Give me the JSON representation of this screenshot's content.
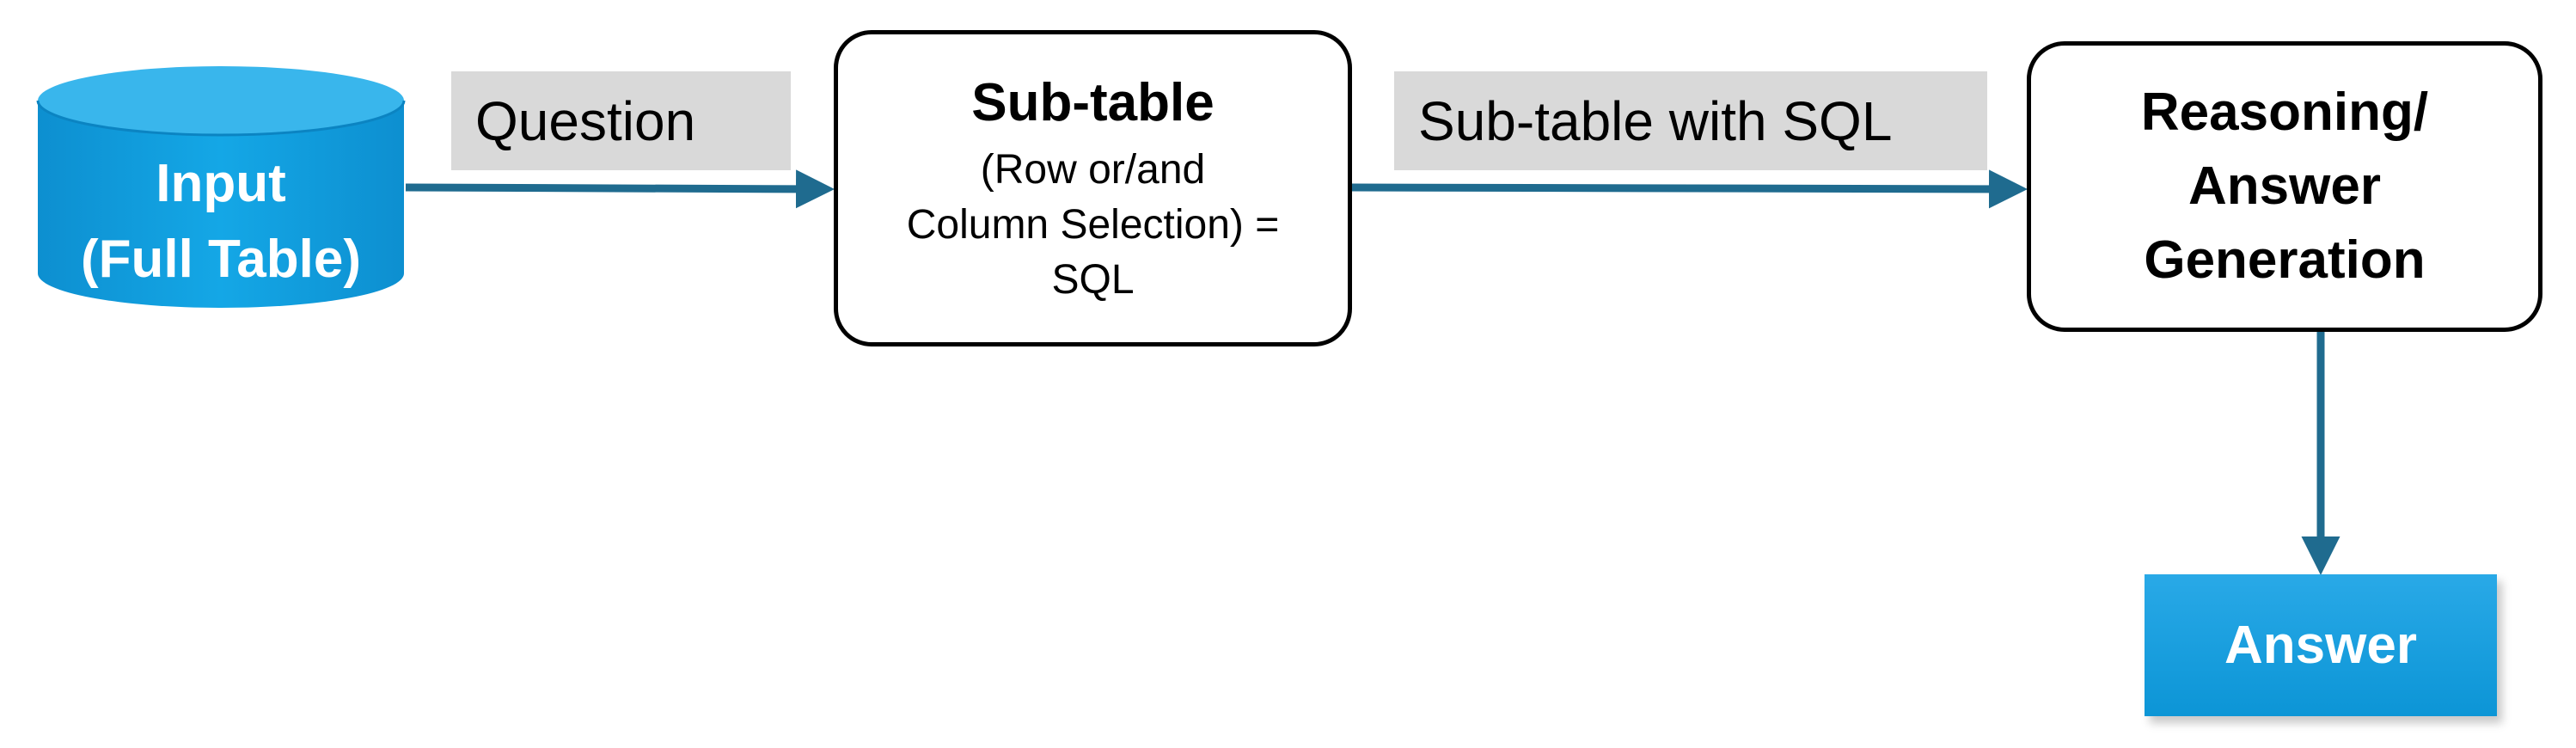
{
  "nodes": {
    "input": {
      "line1": "Input",
      "line2": "(Full Table)"
    },
    "subtable": {
      "title": "Sub-table",
      "desc_line1": "(Row or/and",
      "desc_line2": "Column Selection) =",
      "desc_line3": "SQL"
    },
    "reasoning": {
      "line1": "Reasoning/",
      "line2": "Answer",
      "line3": "Generation"
    },
    "answer": {
      "label": "Answer"
    }
  },
  "edges": {
    "question": "Question",
    "subtable_with_sql": "Sub-table with SQL"
  },
  "colors": {
    "arrow": "#1f6b8f",
    "cylinder": "#10a0e0",
    "answer_fill": "#1a9fe0",
    "edge_label_bg": "#d9d9d9",
    "box_border": "#000000"
  }
}
